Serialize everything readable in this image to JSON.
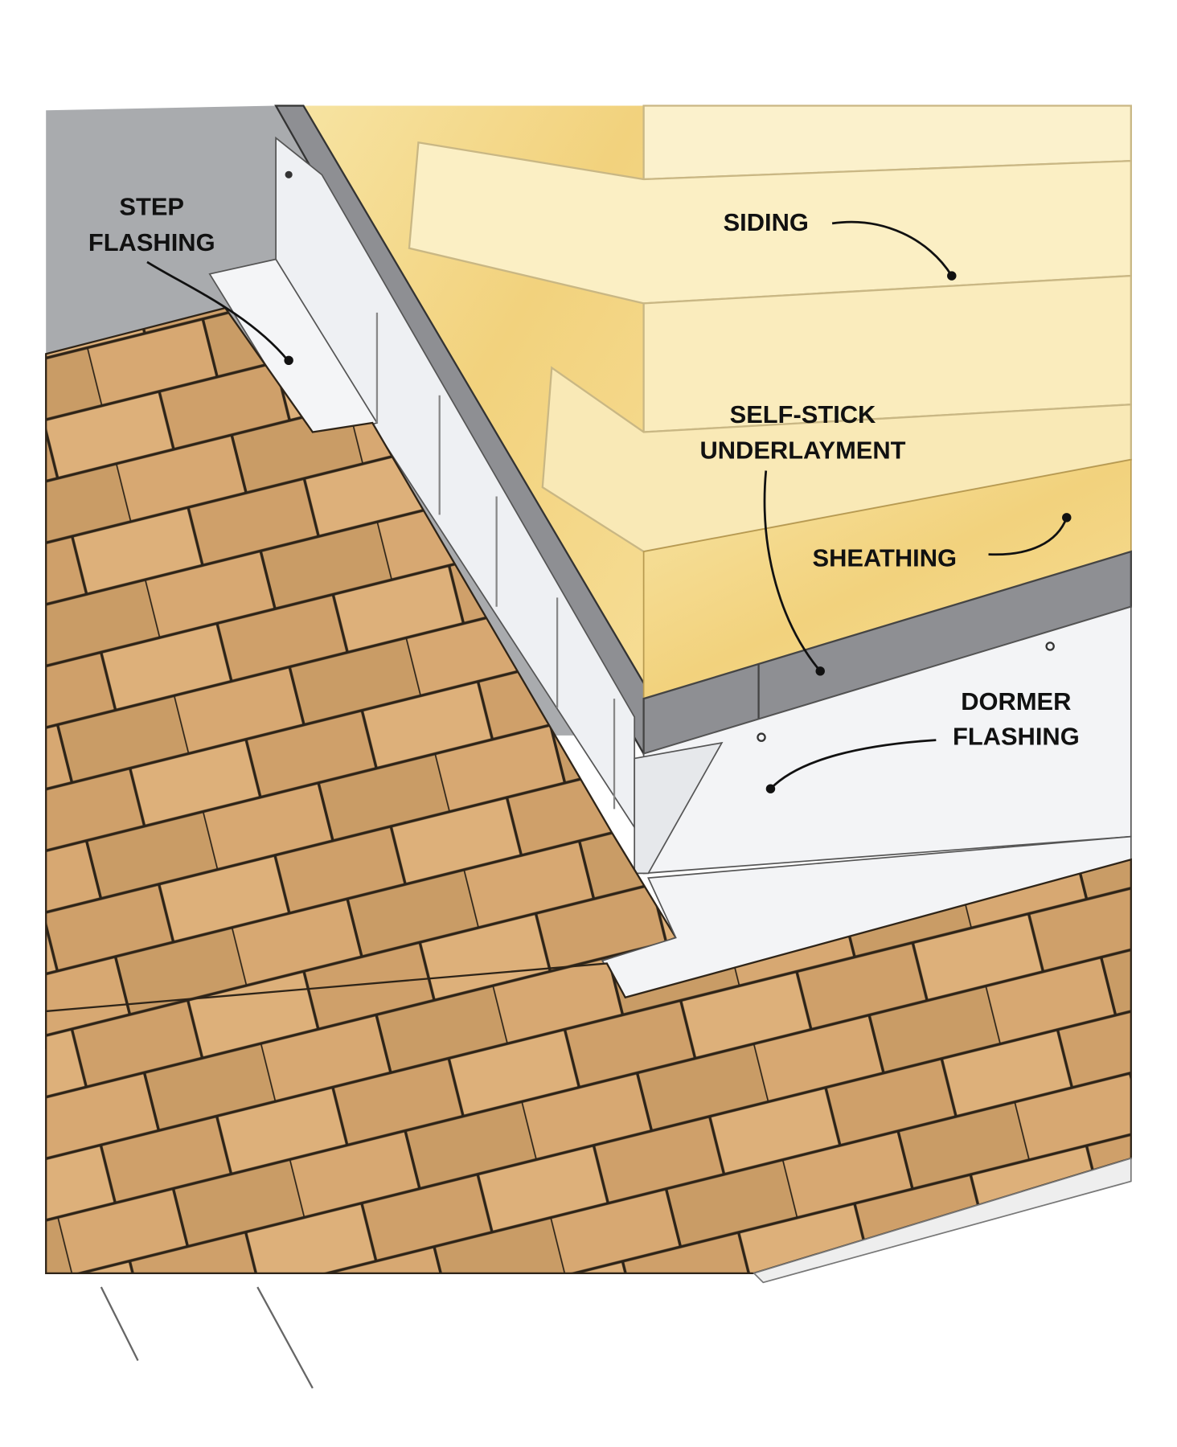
{
  "labels": {
    "step_flashing": [
      "STEP",
      "FLASHING"
    ],
    "siding": "SIDING",
    "underlayment": [
      "SELF-STICK",
      "UNDERLAYMENT"
    ],
    "sheathing": "SHEATHING",
    "dormer_flashing": [
      "DORMER",
      "FLASHING"
    ]
  },
  "colors": {
    "wall_gray": "#a9abae",
    "underlayment_gray": "#8e8f93",
    "flashing_white": "#f1f2f4",
    "siding_cream": "#fbefc4",
    "sheathing_yellow": "#f4d98c",
    "shingle_tan": "#ddb07a",
    "shingle_dark": "#c99c66",
    "shingle_line": "#2e2418"
  }
}
